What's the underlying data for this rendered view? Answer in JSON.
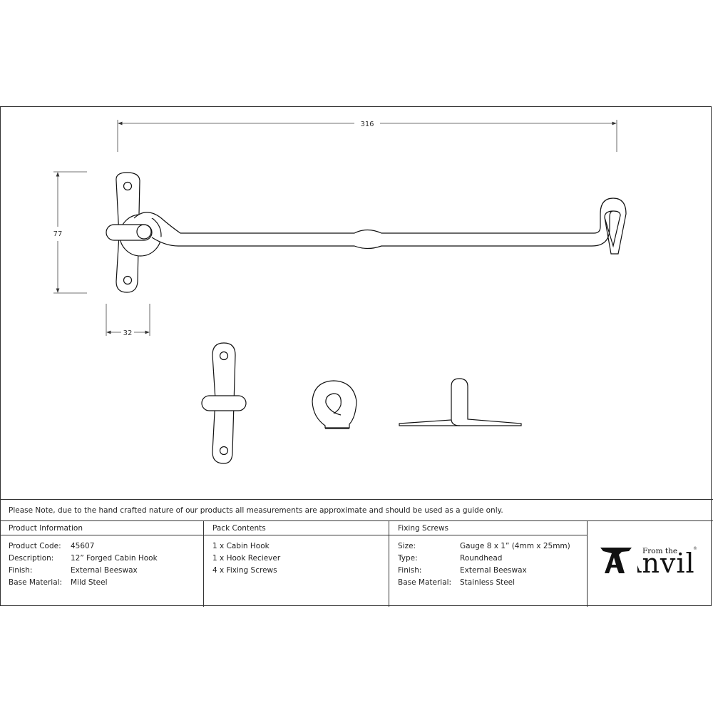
{
  "drawing": {
    "dimensions": {
      "overall_length": "316",
      "height": "77",
      "plate_width": "32"
    },
    "views": [
      "main-assembly-view",
      "hook-plate-front-view",
      "receiver-side-view",
      "receiver-top-view"
    ]
  },
  "note": {
    "text": "Please Note, due to the hand crafted nature of our products all measurements are approximate and should be used as a guide only."
  },
  "product_information": {
    "title": "Product Information",
    "rows": [
      {
        "label": "Product Code:",
        "value": "45607"
      },
      {
        "label": "Description:",
        "value": "12” Forged Cabin Hook"
      },
      {
        "label": "Finish:",
        "value": "External Beeswax"
      },
      {
        "label": "Base Material:",
        "value": "Mild Steel"
      }
    ]
  },
  "pack_contents": {
    "title": "Pack Contents",
    "items": [
      "1 x Cabin Hook",
      "1 x Hook Reciever",
      "4 x Fixing Screws"
    ]
  },
  "fixing_screws": {
    "title": "Fixing Screws",
    "rows": [
      {
        "label": "Size:",
        "value": "Gauge 8 x 1” (4mm x 25mm)"
      },
      {
        "label": "Type:",
        "value": "Roundhead"
      },
      {
        "label": "Finish:",
        "value": "External Beeswax"
      },
      {
        "label": "Base Material:",
        "value": "Stainless Steel"
      }
    ]
  },
  "logo": {
    "from_the": "From the",
    "word": "Anvil",
    "registered": "®"
  }
}
